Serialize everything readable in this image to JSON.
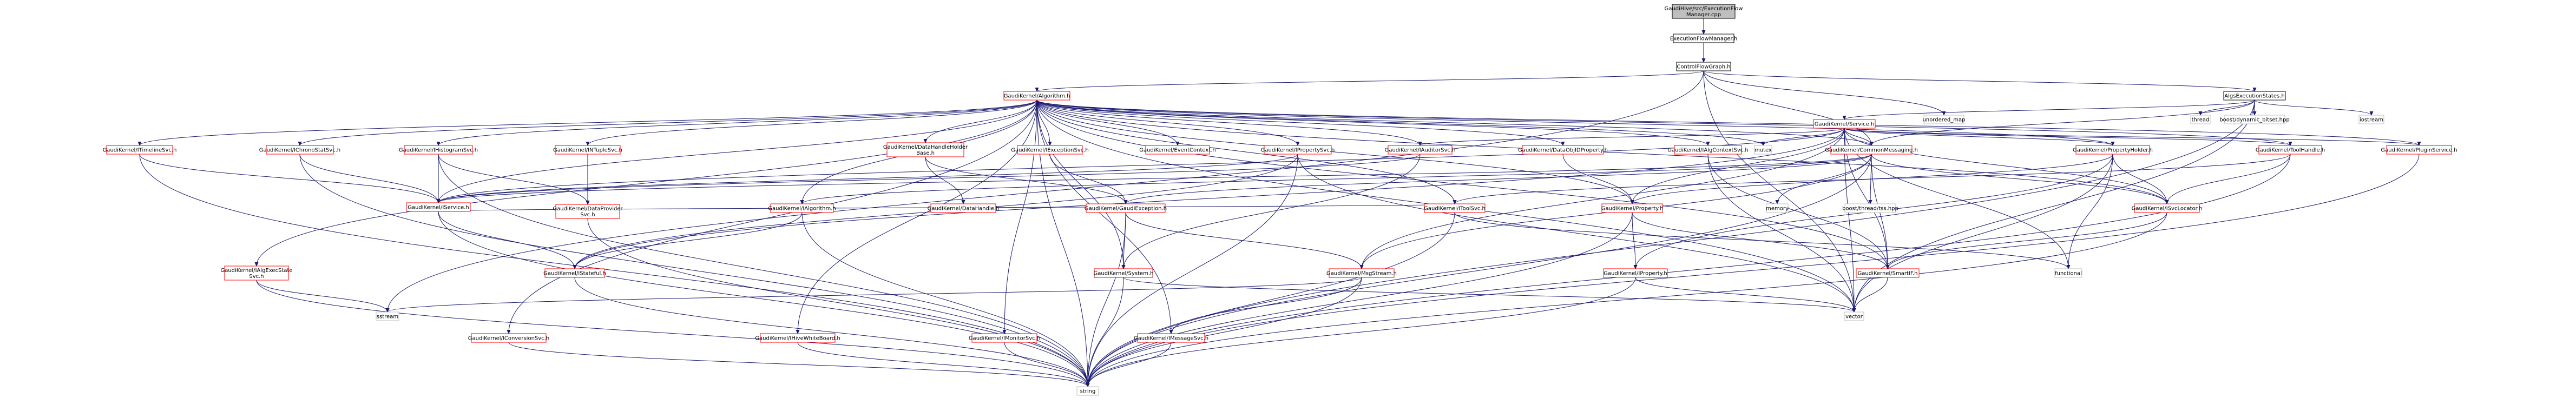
{
  "colors": {
    "edge": "#191970",
    "root_fill": "#bfbfbf",
    "root_stroke": "#000000",
    "box_stroke_normal": "#000000",
    "box_stroke_red": "#ff0000",
    "box_fill": "#ffffff",
    "ext_stroke": "#bfbfbf",
    "text": "#000000"
  },
  "nodes": [
    {
      "id": "root",
      "kind": "root",
      "lines": [
        "GaudiHive/src/ExecutionFlow",
        "Manager.cpp"
      ]
    },
    {
      "id": "efm",
      "kind": "normal",
      "lines": [
        "ExecutionFlowManager.h"
      ]
    },
    {
      "id": "cfg",
      "kind": "normal",
      "lines": [
        "ControlFlowGraph.h"
      ]
    },
    {
      "id": "algo",
      "kind": "red",
      "lines": [
        "GaudiKernel/Algorithm.h"
      ]
    },
    {
      "id": "aes",
      "kind": "normal",
      "lines": [
        "AlgsExecutionStates.h"
      ]
    },
    {
      "id": "umap",
      "kind": "ext",
      "lines": [
        "unordered_map"
      ]
    },
    {
      "id": "svc",
      "kind": "red",
      "lines": [
        "GaudiKernel/Service.h"
      ]
    },
    {
      "id": "thread",
      "kind": "ext",
      "lines": [
        "thread"
      ]
    },
    {
      "id": "dynbit",
      "kind": "ext",
      "lines": [
        "boost/dynamic_bitset.hpp"
      ]
    },
    {
      "id": "iostr",
      "kind": "ext",
      "lines": [
        "iostream"
      ]
    },
    {
      "id": "itimeline",
      "kind": "red",
      "lines": [
        "GaudiKernel/ITimelineSvc.h"
      ]
    },
    {
      "id": "ichrono",
      "kind": "red",
      "lines": [
        "GaudiKernel/IChronoStatSvc.h"
      ]
    },
    {
      "id": "ihisto",
      "kind": "red",
      "lines": [
        "GaudiKernel/IHistogramSvc.h"
      ]
    },
    {
      "id": "intuple",
      "kind": "red",
      "lines": [
        "GaudiKernel/INTupleSvc.h"
      ]
    },
    {
      "id": "dhholder",
      "kind": "red",
      "lines": [
        "GaudiKernel/DataHandleHolder",
        "Base.h"
      ]
    },
    {
      "id": "iexcept",
      "kind": "red",
      "lines": [
        "GaudiKernel/IExceptionSvc.h"
      ]
    },
    {
      "id": "evctx",
      "kind": "red",
      "lines": [
        "GaudiKernel/EventContext.h"
      ]
    },
    {
      "id": "iprop",
      "kind": "red",
      "lines": [
        "GaudiKernel/IPropertySvc.h"
      ]
    },
    {
      "id": "iauditor",
      "kind": "red",
      "lines": [
        "GaudiKernel/IAuditorSvc.h"
      ]
    },
    {
      "id": "dataobjid",
      "kind": "red",
      "lines": [
        "GaudiKernel/DataObjIDProperty.h"
      ]
    },
    {
      "id": "ialgctx",
      "kind": "red",
      "lines": [
        "GaudiKernel/IAlgContextSvc.h"
      ]
    },
    {
      "id": "commsg",
      "kind": "red",
      "lines": [
        "GaudiKernel/CommonMessaging.h"
      ]
    },
    {
      "id": "mutex",
      "kind": "ext",
      "lines": [
        "mutex"
      ]
    },
    {
      "id": "propholder",
      "kind": "red",
      "lines": [
        "GaudiKernel/PropertyHolder.h"
      ]
    },
    {
      "id": "toolhandle",
      "kind": "red",
      "lines": [
        "GaudiKernel/ToolHandle.h"
      ]
    },
    {
      "id": "iplugin",
      "kind": "red",
      "lines": [
        "GaudiKernel/PluginService.h"
      ]
    },
    {
      "id": "iservice",
      "kind": "red",
      "lines": [
        "GaudiKernel/IService.h"
      ]
    },
    {
      "id": "dataprov",
      "kind": "red",
      "lines": [
        "GaudiKernel/DataProvider",
        "Svc.h"
      ]
    },
    {
      "id": "ialgorithm",
      "kind": "red",
      "lines": [
        "GaudiKernel/IAlgorithm.h"
      ]
    },
    {
      "id": "datahandle",
      "kind": "red",
      "lines": [
        "GaudiKernel/DataHandle.h"
      ]
    },
    {
      "id": "gaudiexc",
      "kind": "red",
      "lines": [
        "GaudiKernel/GaudiException.h"
      ]
    },
    {
      "id": "itoolsvc",
      "kind": "red",
      "lines": [
        "GaudiKernel/IToolSvc.h"
      ]
    },
    {
      "id": "property",
      "kind": "red",
      "lines": [
        "GaudiKernel/Property.h"
      ]
    },
    {
      "id": "memory",
      "kind": "ext",
      "lines": [
        "memory"
      ]
    },
    {
      "id": "boostthread",
      "kind": "ext",
      "lines": [
        "boost/thread/tss.hpp"
      ]
    },
    {
      "id": "svclocator",
      "kind": "red",
      "lines": [
        "GaudiKernel/ISvcLocator.h"
      ]
    },
    {
      "id": "ialgexec",
      "kind": "red",
      "lines": [
        "GaudiKernel/IAlgExecState",
        "Svc.h"
      ]
    },
    {
      "id": "istateful",
      "kind": "red",
      "lines": [
        "GaudiKernel/IStateful.h"
      ]
    },
    {
      "id": "system",
      "kind": "red",
      "lines": [
        "GaudiKernel/System.h"
      ]
    },
    {
      "id": "msgstream",
      "kind": "red",
      "lines": [
        "GaudiKernel/MsgStream.h"
      ]
    },
    {
      "id": "iproperty",
      "kind": "red",
      "lines": [
        "GaudiKernel/IProperty.h"
      ]
    },
    {
      "id": "smartif",
      "kind": "red",
      "lines": [
        "GaudiKernel/SmartIF.h"
      ]
    },
    {
      "id": "functional",
      "kind": "ext",
      "lines": [
        "functional"
      ]
    },
    {
      "id": "sstream",
      "kind": "ext",
      "lines": [
        "sstream"
      ]
    },
    {
      "id": "iconversion",
      "kind": "red",
      "lines": [
        "GaudiKernel/IConversionSvc.h"
      ]
    },
    {
      "id": "ihivewhite",
      "kind": "red",
      "lines": [
        "GaudiKernel/IHiveWhiteBoard.h"
      ]
    },
    {
      "id": "imonitor",
      "kind": "red",
      "lines": [
        "GaudiKernel/IMonitorSvc.h"
      ]
    },
    {
      "id": "imessage",
      "kind": "red",
      "lines": [
        "GaudiKernel/IMessageSvc.h"
      ]
    },
    {
      "id": "vector",
      "kind": "ext",
      "lines": [
        "vector"
      ]
    },
    {
      "id": "string",
      "kind": "ext",
      "lines": [
        "string"
      ]
    }
  ],
  "edges": [
    [
      "root",
      "efm"
    ],
    [
      "efm",
      "cfg"
    ],
    [
      "cfg",
      "algo"
    ],
    [
      "cfg",
      "aes"
    ],
    [
      "cfg",
      "umap"
    ],
    [
      "cfg",
      "commsg"
    ],
    [
      "cfg",
      "vector"
    ],
    [
      "cfg",
      "sstream"
    ],
    [
      "aes",
      "svc"
    ],
    [
      "aes",
      "thread"
    ],
    [
      "aes",
      "dynbit"
    ],
    [
      "aes",
      "iostr"
    ],
    [
      "aes",
      "commsg"
    ],
    [
      "aes",
      "vector"
    ],
    [
      "aes",
      "string"
    ],
    [
      "algo",
      "itimeline"
    ],
    [
      "algo",
      "ichrono"
    ],
    [
      "algo",
      "ihisto"
    ],
    [
      "algo",
      "intuple"
    ],
    [
      "algo",
      "dhholder"
    ],
    [
      "algo",
      "iexcept"
    ],
    [
      "algo",
      "evctx"
    ],
    [
      "algo",
      "iprop"
    ],
    [
      "algo",
      "iauditor"
    ],
    [
      "algo",
      "dataobjid"
    ],
    [
      "algo",
      "ialgctx"
    ],
    [
      "algo",
      "commsg"
    ],
    [
      "algo",
      "mutex"
    ],
    [
      "algo",
      "propholder"
    ],
    [
      "algo",
      "toolhandle"
    ],
    [
      "algo",
      "iplugin"
    ],
    [
      "algo",
      "iservice"
    ],
    [
      "algo",
      "ialgorithm"
    ],
    [
      "algo",
      "ialgexec"
    ],
    [
      "algo",
      "iconversion"
    ],
    [
      "algo",
      "ihivewhite"
    ],
    [
      "algo",
      "imonitor"
    ],
    [
      "algo",
      "imessage"
    ],
    [
      "algo",
      "system"
    ],
    [
      "algo",
      "itoolsvc"
    ],
    [
      "algo",
      "property"
    ],
    [
      "algo",
      "vector"
    ],
    [
      "algo",
      "string"
    ],
    [
      "algo",
      "smartif"
    ],
    [
      "algo",
      "svclocator"
    ],
    [
      "svc",
      "mutex"
    ],
    [
      "svc",
      "iservice"
    ],
    [
      "svc",
      "commsg"
    ],
    [
      "svc",
      "propholder"
    ],
    [
      "svc",
      "toolhandle"
    ],
    [
      "svc",
      "iplugin"
    ],
    [
      "svc",
      "iauditor"
    ],
    [
      "svc",
      "istateful"
    ],
    [
      "svc",
      "property"
    ],
    [
      "svc",
      "svclocator"
    ],
    [
      "svc",
      "smartif"
    ],
    [
      "svc",
      "msgstream"
    ],
    [
      "svc",
      "vector"
    ],
    [
      "svc",
      "functional"
    ],
    [
      "itimeline",
      "iservice"
    ],
    [
      "itimeline",
      "string"
    ],
    [
      "ichrono",
      "iservice"
    ],
    [
      "ichrono",
      "string"
    ],
    [
      "ihisto",
      "iservice"
    ],
    [
      "ihisto",
      "dataprov"
    ],
    [
      "ihisto",
      "string"
    ],
    [
      "intuple",
      "dataprov"
    ],
    [
      "dhholder",
      "datahandle"
    ],
    [
      "dhholder",
      "gaudiexc"
    ],
    [
      "iexcept",
      "gaudiexc"
    ],
    [
      "iprop",
      "iservice"
    ],
    [
      "iprop",
      "string"
    ],
    [
      "iprop",
      "vector"
    ],
    [
      "iprop",
      "istateful"
    ],
    [
      "iauditor",
      "iservice"
    ],
    [
      "iauditor",
      "system"
    ],
    [
      "dataobjid",
      "property"
    ],
    [
      "ialgctx",
      "smartif"
    ],
    [
      "ialgctx",
      "vector"
    ],
    [
      "commsg",
      "memory"
    ],
    [
      "commsg",
      "boostthread"
    ],
    [
      "commsg",
      "svclocator"
    ],
    [
      "commsg",
      "smartif"
    ],
    [
      "commsg",
      "msgstream"
    ],
    [
      "commsg",
      "gaudiexc"
    ],
    [
      "commsg",
      "iservice"
    ],
    [
      "commsg",
      "ialgorithm"
    ],
    [
      "commsg",
      "string"
    ],
    [
      "propholder",
      "svclocator"
    ],
    [
      "propholder",
      "property"
    ],
    [
      "propholder",
      "iproperty"
    ],
    [
      "propholder",
      "functional"
    ],
    [
      "propholder",
      "vector"
    ],
    [
      "toolhandle",
      "svclocator"
    ],
    [
      "toolhandle",
      "itoolsvc"
    ],
    [
      "toolhandle",
      "string"
    ],
    [
      "iplugin",
      "string"
    ],
    [
      "iservice",
      "string"
    ],
    [
      "iservice",
      "istateful"
    ],
    [
      "dataprov",
      "string"
    ],
    [
      "ialgorithm",
      "istateful"
    ],
    [
      "ialgorithm",
      "string"
    ],
    [
      "gaudiexc",
      "system"
    ],
    [
      "gaudiexc",
      "msgstream"
    ],
    [
      "gaudiexc",
      "string"
    ],
    [
      "itoolsvc",
      "iservice"
    ],
    [
      "itoolsvc",
      "functional"
    ],
    [
      "itoolsvc",
      "string"
    ],
    [
      "property",
      "iproperty"
    ],
    [
      "property",
      "smartif"
    ],
    [
      "property",
      "string"
    ],
    [
      "svclocator",
      "smartif"
    ],
    [
      "svclocator",
      "string"
    ],
    [
      "ialgexec",
      "sstream"
    ],
    [
      "ialgexec",
      "string"
    ],
    [
      "istateful",
      "string"
    ],
    [
      "system",
      "vector"
    ],
    [
      "system",
      "string"
    ],
    [
      "msgstream",
      "imessage"
    ],
    [
      "msgstream",
      "sstream"
    ],
    [
      "msgstream",
      "string"
    ],
    [
      "iproperty",
      "vector"
    ],
    [
      "iproperty",
      "string"
    ],
    [
      "smartif",
      "vector"
    ],
    [
      "iconversion",
      "string"
    ],
    [
      "ihivewhite",
      "string"
    ],
    [
      "imonitor",
      "string"
    ],
    [
      "imessage",
      "string"
    ]
  ]
}
